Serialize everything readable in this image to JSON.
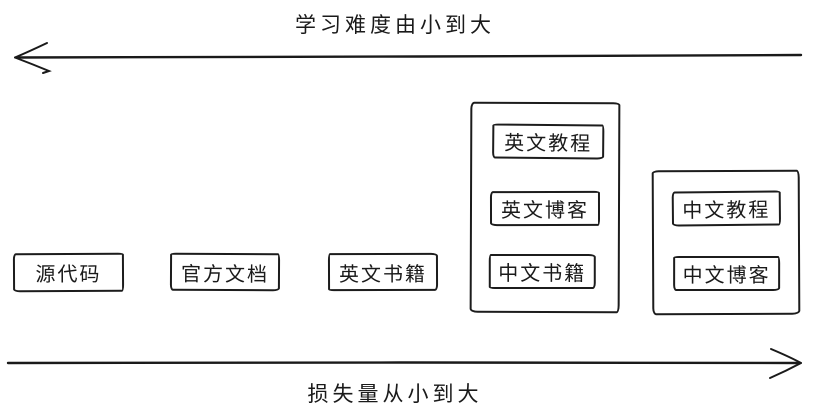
{
  "diagram": {
    "top_axis": {
      "label": "学习难度由小到大",
      "direction": "left"
    },
    "bottom_axis": {
      "label": "损失量从小到大",
      "direction": "right"
    },
    "standalone_boxes": [
      {
        "label": "源代码"
      },
      {
        "label": "官方文档"
      },
      {
        "label": "英文书籍"
      }
    ],
    "groups": [
      {
        "items": [
          {
            "label": "英文教程"
          },
          {
            "label": "英文博客"
          },
          {
            "label": "中文书籍"
          }
        ]
      },
      {
        "items": [
          {
            "label": "中文教程"
          },
          {
            "label": "中文博客"
          }
        ]
      }
    ],
    "colors": {
      "stroke": "#1a1a1a",
      "background": "#ffffff"
    }
  }
}
